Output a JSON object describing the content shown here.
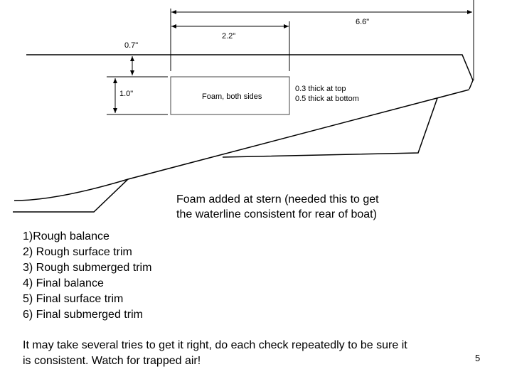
{
  "diagram": {
    "dim_overall": "6.6\"",
    "dim_foam_length": "2.2\"",
    "dim_top_offset": "0.7\"",
    "dim_foam_height": "1.0\"",
    "foam_label": "Foam, both sides",
    "thickness_top": "0.3 thick at top",
    "thickness_bottom": "0.5 thick at bottom",
    "caption_line1": "Foam added at stern (needed this to get",
    "caption_line2": "the waterline consistent for rear of boat)"
  },
  "steps": [
    "1)Rough balance",
    "2) Rough surface trim",
    "3) Rough submerged trim",
    "4) Final balance",
    "5) Final surface trim",
    "6) Final submerged trim"
  ],
  "note_line1": "It may take several tries to get it right, do each check repeatedly to be sure it",
  "note_line2": "is consistent. Watch for trapped air!",
  "page_number": "5"
}
